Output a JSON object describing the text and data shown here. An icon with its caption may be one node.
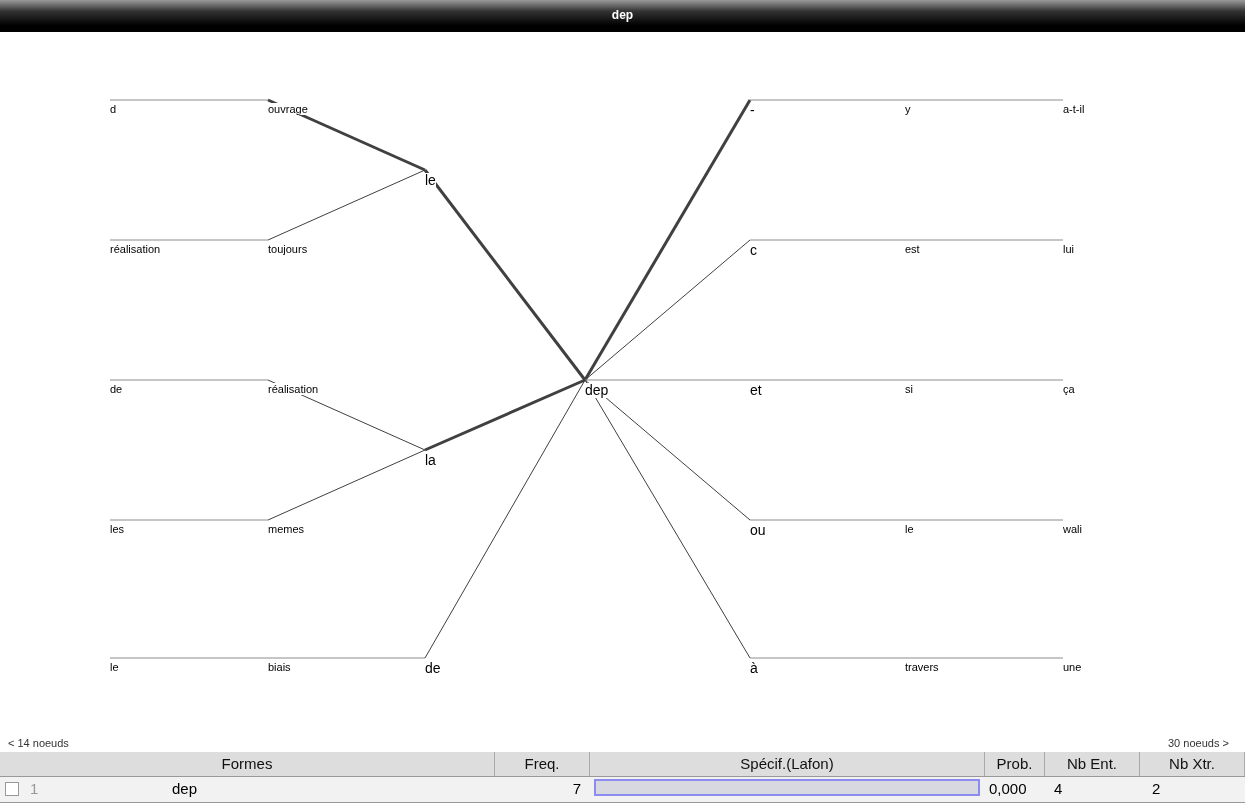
{
  "diagram": {
    "title": "dep",
    "nodes": [
      {
        "text": [
          "d"
        ]
      },
      {
        "text": [
          "ouvrage"
        ]
      },
      {
        "text": [
          "le"
        ]
      },
      {
        "text": [
          "réalisation"
        ]
      },
      {
        "text": [
          "toujours"
        ]
      },
      {
        "text": [
          "de"
        ]
      },
      {
        "text": [
          "réalisation"
        ]
      },
      {
        "text": [
          "la"
        ]
      },
      {
        "text": [
          "les"
        ]
      },
      {
        "text": [
          "memes"
        ]
      },
      {
        "text": [
          "le"
        ]
      },
      {
        "text": [
          "biais"
        ]
      },
      {
        "text": [
          "de"
        ]
      },
      {
        "text": [
          "dep"
        ]
      },
      {
        "text": [
          "-"
        ]
      },
      {
        "text": [
          "y"
        ]
      },
      {
        "text": [
          "a-t-il"
        ]
      },
      {
        "text": [
          "c"
        ]
      },
      {
        "text": [
          "est"
        ]
      },
      {
        "text": [
          "lui"
        ]
      },
      {
        "text": [
          "et"
        ]
      },
      {
        "text": [
          "si"
        ]
      },
      {
        "text": [
          "ça"
        ]
      },
      {
        "text": [
          "ou"
        ]
      },
      {
        "text": [
          "le"
        ]
      },
      {
        "text": [
          "wali"
        ]
      },
      {
        "text": [
          "à"
        ]
      },
      {
        "text": [
          "travers"
        ]
      },
      {
        "text": [
          "une"
        ]
      },
      {
        "text": [],
        "shape": "bar"
      }
    ],
    "edges": [
      {
        "from": 0,
        "to": 1,
        "arrow": "none"
      },
      {
        "from": 1,
        "to": 2,
        "arrow": "none",
        "style": "thick",
        "color": "#404040"
      },
      {
        "from": 3,
        "to": 4,
        "arrow": "none"
      },
      {
        "from": 4,
        "to": 2,
        "arrow": "none",
        "color": "#404040"
      },
      {
        "from": 5,
        "to": 6,
        "arrow": "none"
      },
      {
        "from": 6,
        "to": 7,
        "arrow": "none",
        "color": "#404040"
      },
      {
        "from": 8,
        "to": 9,
        "arrow": "none"
      },
      {
        "from": 9,
        "to": 7,
        "arrow": "none",
        "color": "#404040"
      },
      {
        "from": 10,
        "to": 11,
        "arrow": "none"
      },
      {
        "from": 11,
        "to": 12,
        "arrow": "none"
      },
      {
        "from": 2,
        "to": 13,
        "arrow": "none",
        "style": "thick",
        "color": "#404040"
      },
      {
        "from": 7,
        "to": 13,
        "arrow": "none",
        "style": "thick",
        "color": "#404040"
      },
      {
        "from": 12,
        "to": 13,
        "arrow": "none",
        "color": "#404040"
      },
      {
        "from": 13,
        "to": 14,
        "arrow": "none",
        "style": "thick",
        "color": "#404040"
      },
      {
        "from": 14,
        "to": 15,
        "arrow": "none"
      },
      {
        "from": 15,
        "to": 16,
        "arrow": "none"
      },
      {
        "from": 13,
        "to": 17,
        "arrow": "none",
        "color": "#404040"
      },
      {
        "from": 17,
        "to": 18,
        "arrow": "none"
      },
      {
        "from": 18,
        "to": 19,
        "arrow": "none"
      },
      {
        "from": 13,
        "to": 20,
        "arrow": "none"
      },
      {
        "from": 20,
        "to": 21,
        "arrow": "none"
      },
      {
        "from": 21,
        "to": 22,
        "arrow": "none"
      },
      {
        "from": 13,
        "to": 23,
        "arrow": "none",
        "color": "#404040"
      },
      {
        "from": 23,
        "to": 24,
        "arrow": "none"
      },
      {
        "from": 24,
        "to": 25,
        "arrow": "none"
      },
      {
        "from": 13,
        "to": 26,
        "arrow": "none",
        "color": "#404040"
      },
      {
        "from": 26,
        "to": 27,
        "arrow": "none"
      },
      {
        "from": 27,
        "to": 28,
        "arrow": "none"
      }
    ],
    "labels": [
      "< 14 noeuds",
      "30 noeuds >",
      "Formes",
      "Freq.",
      "Spécif.(Lafon)",
      "Prob.",
      "Nb Ent.",
      "Nb Xtr.",
      "1",
      "dep",
      "7",
      "0,000",
      "4",
      "2"
    ]
  }
}
